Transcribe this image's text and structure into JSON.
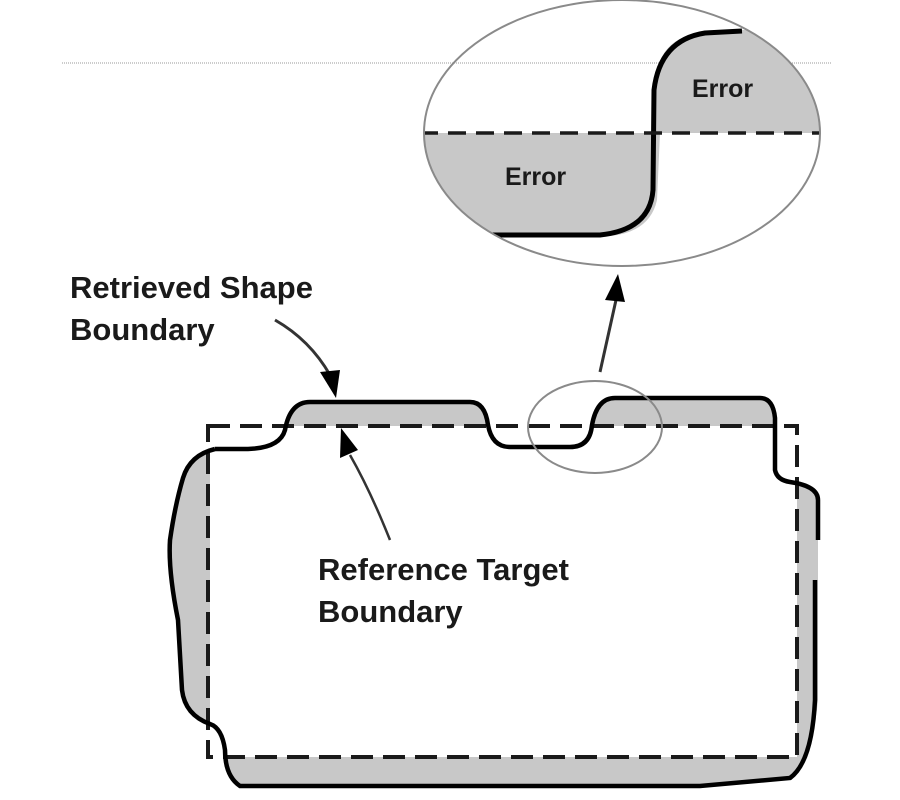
{
  "diagram": {
    "title": "",
    "colors": {
      "error_fill": "#c8c8c8",
      "retrieved_stroke": "#000000",
      "reference_stroke": "#1a1a1a",
      "magnifier_stroke": "#8a8a8a",
      "rule_line": "#9a9a9a",
      "background": "#ffffff"
    },
    "labels": {
      "retrieved_line1": "Retrieved Shape",
      "retrieved_line2": "Boundary",
      "reference_line1": "Reference Target",
      "reference_line2": "Boundary",
      "error_top": "Error",
      "error_bottom": "Error"
    },
    "legend": [
      {
        "name": "Retrieved Shape Boundary",
        "style": "solid thick black line"
      },
      {
        "name": "Reference Target Boundary",
        "style": "dashed black line"
      },
      {
        "name": "Error",
        "style": "gray filled region between boundaries"
      }
    ]
  }
}
